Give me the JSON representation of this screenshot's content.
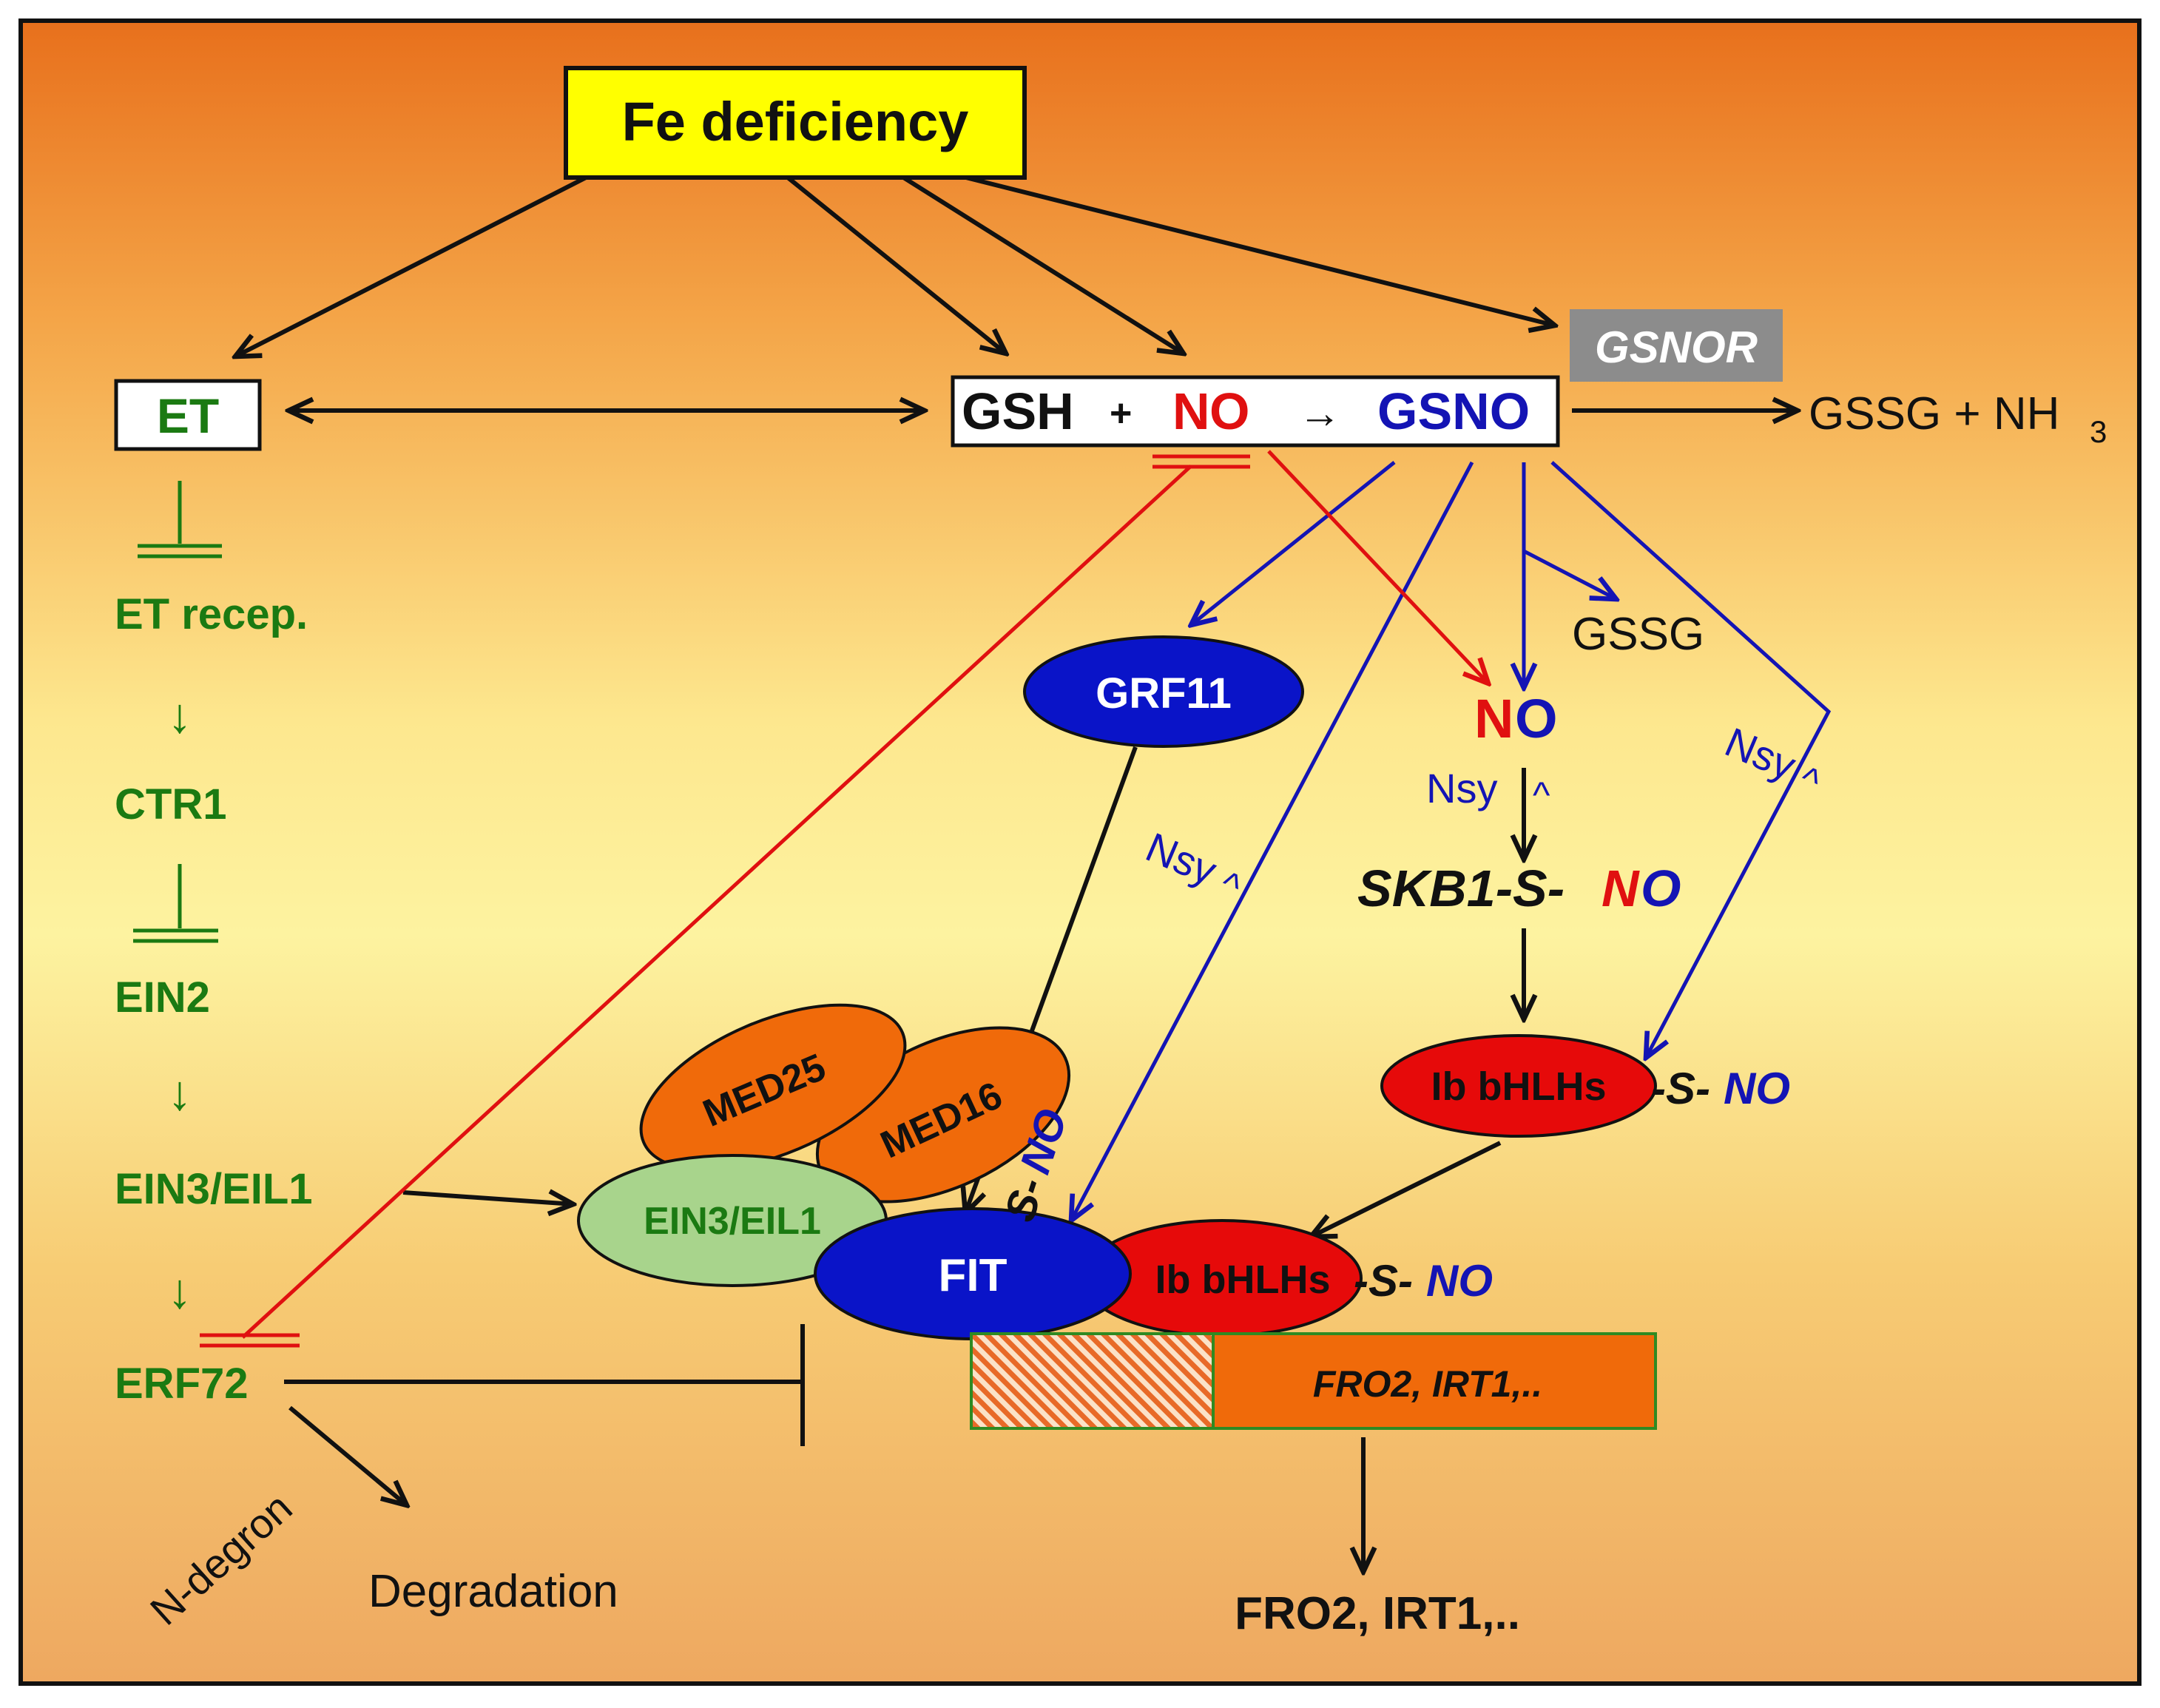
{
  "colors": {
    "arrow_black": "#111111",
    "et_green": "#1b7a12",
    "gsno_blue": "#1414b4",
    "no_red": "#e01010",
    "fe_box_fill": "#ffff00",
    "gsnor_box_fill": "#8c8c8c",
    "fit_fill": "#0a14c8",
    "bhlh_fill": "#e60a0a",
    "med_fill": "#f06a0a",
    "ein3_fill": "#a8d48c",
    "background_top": "#e8701c",
    "background_mid": "#fdf3a0",
    "background_bottom": "#eea860"
  },
  "nodes": {
    "fe_deficiency": "Fe deficiency",
    "et": "ET",
    "gsh": "GSH",
    "plus": "+",
    "no_n": "N",
    "no_o": "O",
    "reaction_arrow": "→",
    "gsno": "GSNO",
    "gsnor": "GSNOR",
    "gssg_nh3": "GSSG + NH",
    "nh3_sub": "3",
    "gssg": "GSSG",
    "free_no_n": "N",
    "free_no_o": "O",
    "grf11": "GRF11",
    "skb1_prefix": "SKB1-S-",
    "skb1_no_n": "N",
    "skb1_no_o": "O",
    "ib_bhlhs_top": "Ib bHLHs",
    "ib_bhlhs_bottom": "Ib bHLHs",
    "s_dash": "-S-",
    "no_suffix": "NO",
    "med25": "MED25",
    "med16": "MED16",
    "ein3_complex": "EIN3/EIL1",
    "fit": "FIT",
    "fit_sno_s": "S-",
    "fit_sno_no": "NO",
    "target_genes_box": "FRO2, IRT1,..",
    "target_genes_output": "FRO2, IRT1,..",
    "nsy_label": "Nsy",
    "caret": "^",
    "degradation": "Degradation",
    "n_degron": "N-degron"
  },
  "et_pathway": {
    "et_recep": "ET recep.",
    "ctr1": "CTR1",
    "ein2": "EIN2",
    "ein3_eil1": "EIN3/EIL1",
    "erf72": "ERF72",
    "down_arrow": "↓"
  }
}
